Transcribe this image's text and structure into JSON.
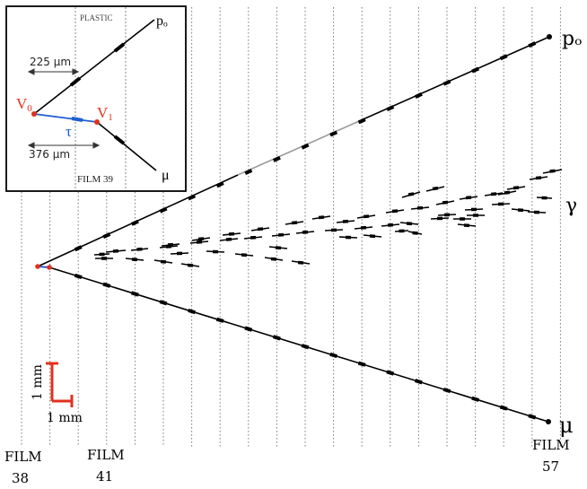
{
  "particles": {
    "proton": "pₒ",
    "muon": "μ",
    "gamma": "γ",
    "tau": "τ"
  },
  "inset": {
    "plastic_label": "PLASTIC",
    "film_label": "FILM 39",
    "vertex0": "V",
    "vertex0_sub": "0",
    "vertex1": "V",
    "vertex1_sub": "1",
    "dim_top": "225 μm",
    "dim_bottom": "376 μm"
  },
  "scale": {
    "vertical": "1 mm",
    "horizontal": "1 mm"
  },
  "films": {
    "left_word": "FILM",
    "left_num": "38",
    "mid_word": "FILM",
    "mid_num": "41",
    "right_word": "FILM",
    "right_num": "57"
  },
  "colors": {
    "vertex": "#e0301e",
    "tau_track": "#1f5fd0",
    "track": "#000000",
    "gap_track": "#9a9a9a",
    "film_line": "#7a7a7a"
  }
}
